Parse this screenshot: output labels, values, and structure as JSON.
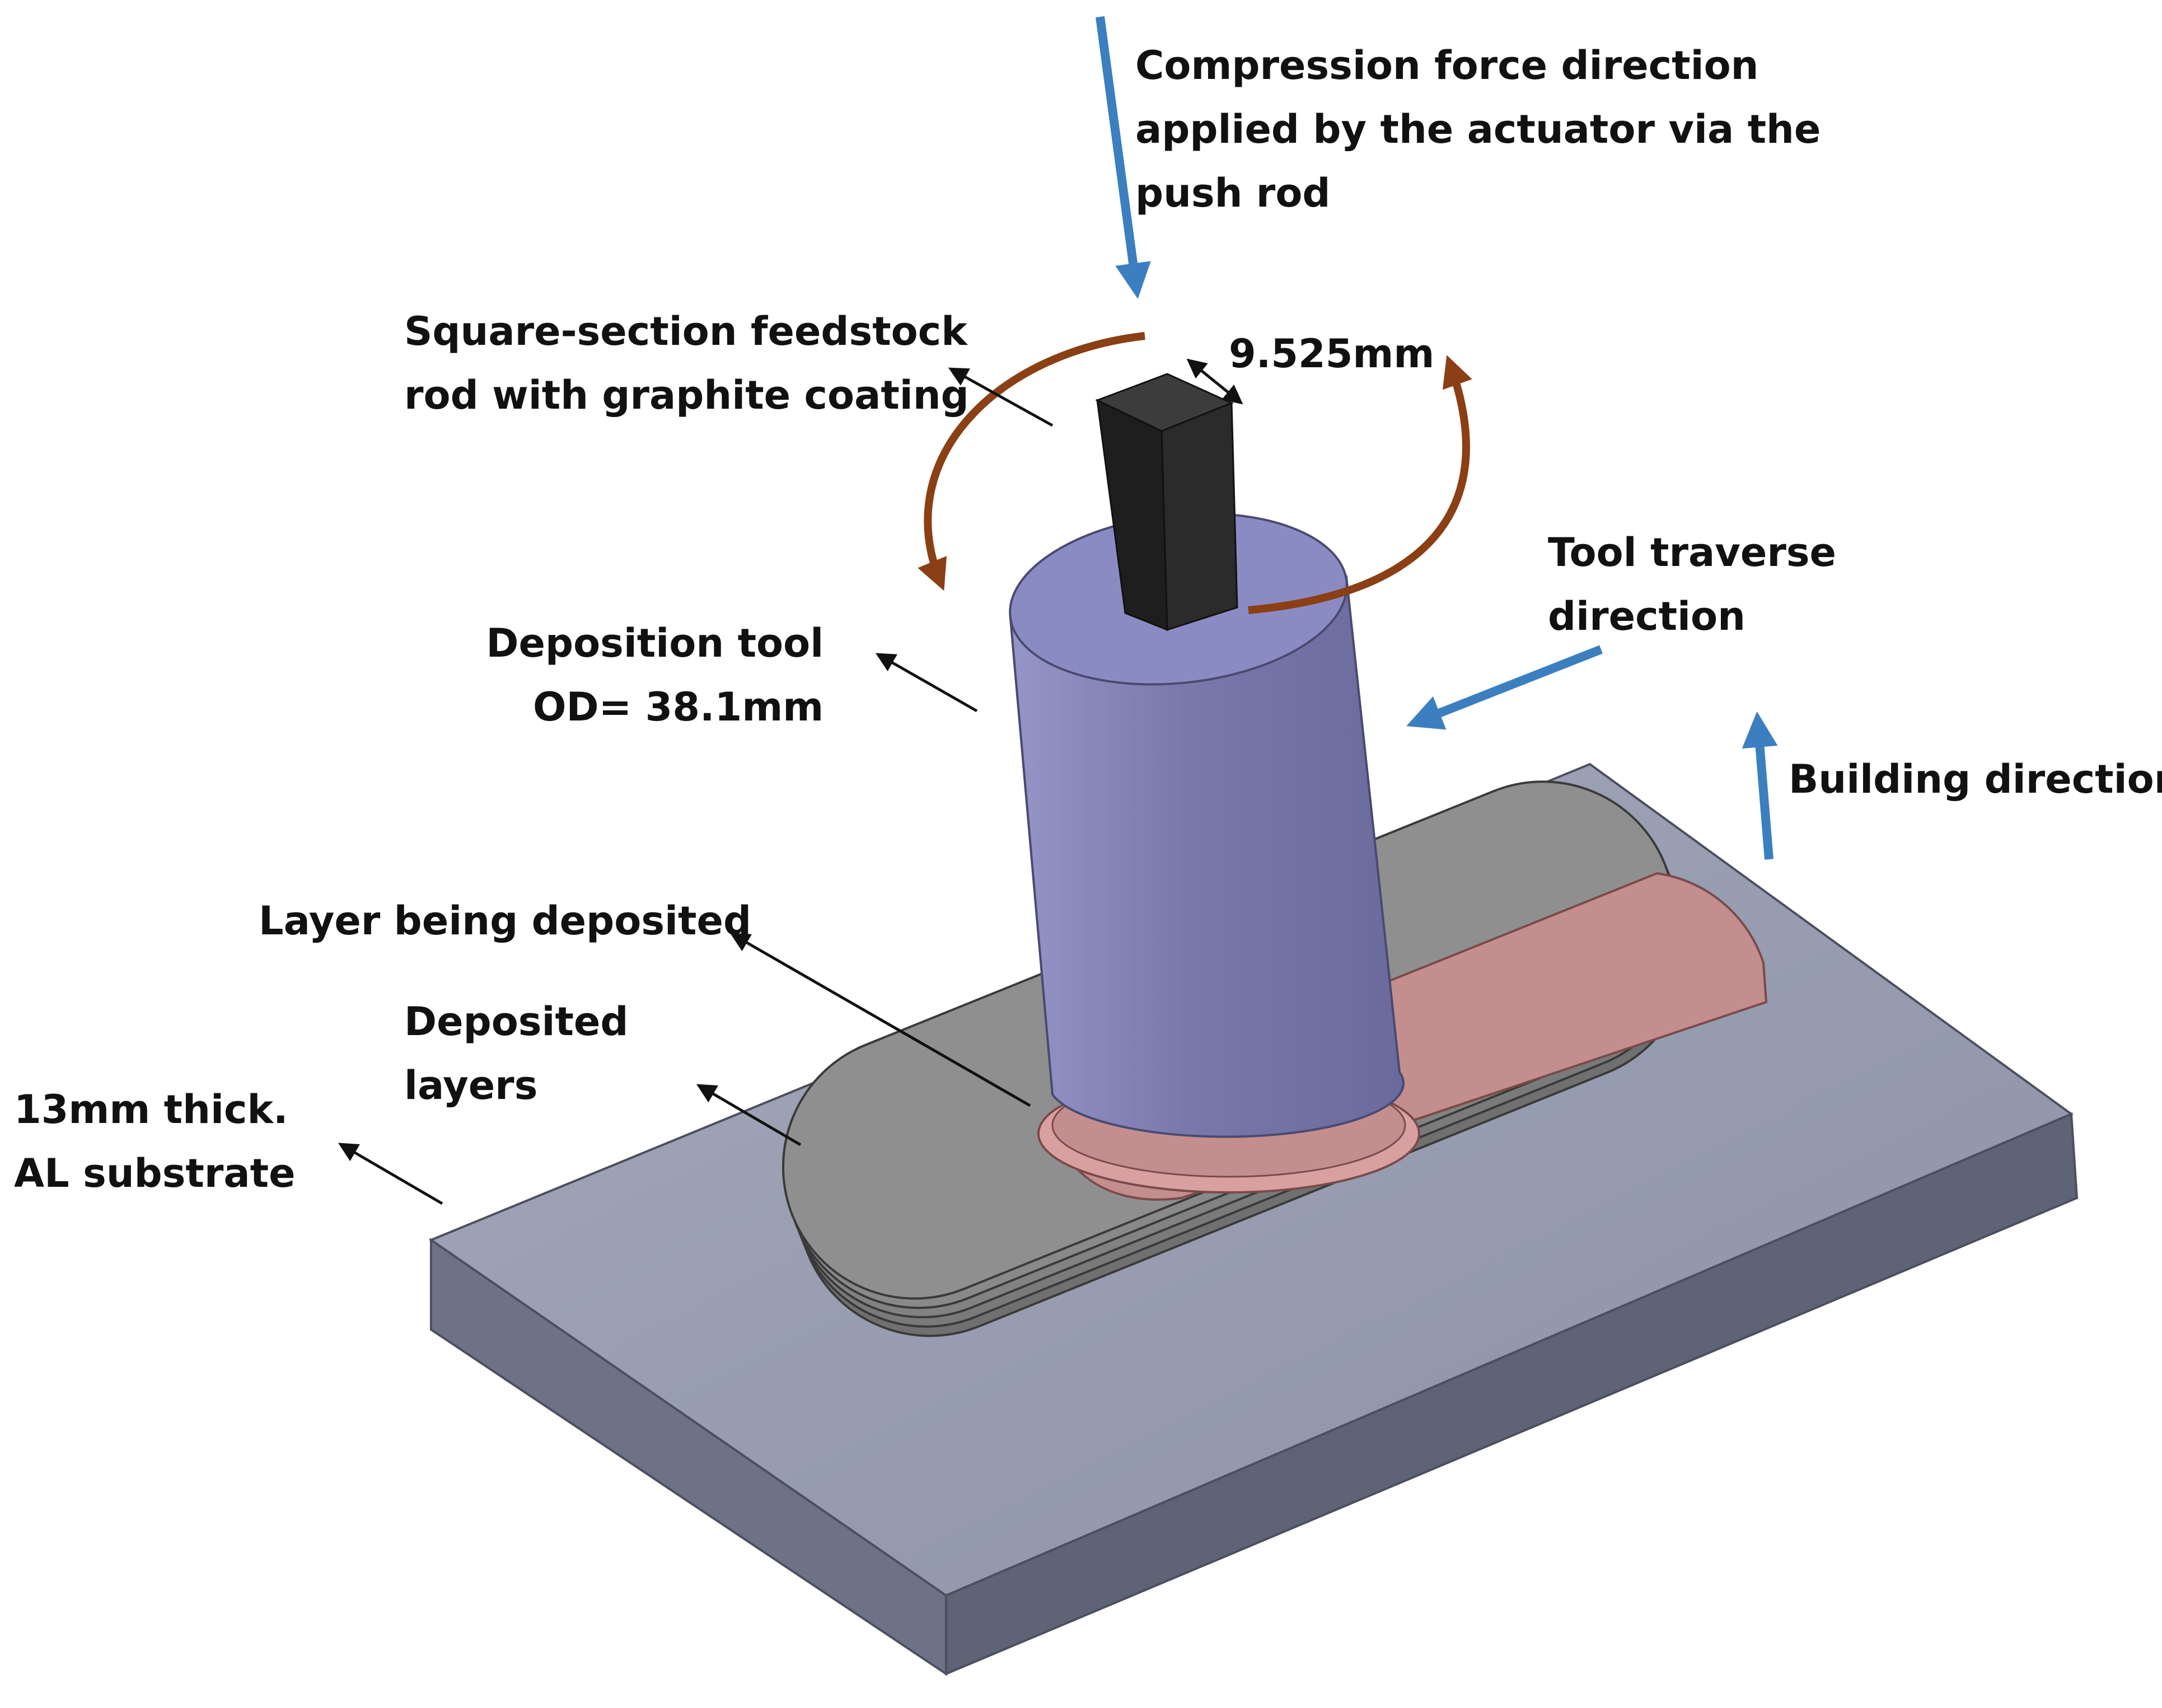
{
  "labels": {
    "compression": [
      "Compression force direction",
      "applied by the actuator via the",
      "push rod"
    ],
    "feedstock": [
      "Square-section feedstock",
      "rod with graphite coating"
    ],
    "rod_width": "9.525mm",
    "tool_traverse": [
      "Tool traverse",
      "direction"
    ],
    "deposition_tool": [
      "Deposition tool",
      "OD= 38.1mm"
    ],
    "building_direction": "Building direction",
    "layer_being_deposited": "Layer being deposited",
    "deposited_layers": [
      "Deposited",
      "layers"
    ],
    "substrate": [
      "13mm thick.",
      "AL substrate"
    ]
  },
  "colors": {
    "substrate_top": "#9499ad",
    "substrate_front": "#6c7084",
    "substrate_side": "#5e6274",
    "deposited_layers": "#8c8c8c",
    "layer_being_deposited": "#c28d8d",
    "tool": "#7f7fb0",
    "tool_top": "#8c8cc4",
    "feedstock_rod": "#262626",
    "rotation_arrow": "#8b3f14",
    "direction_arrow": "#3b7fc0",
    "pointer": "#111111"
  }
}
